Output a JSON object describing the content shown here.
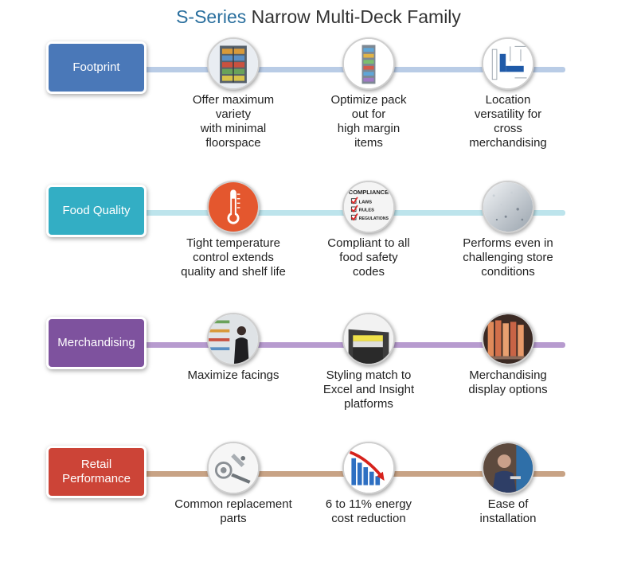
{
  "title": {
    "prefix": "S-Series",
    "main": "Narrow Multi-Deck Family"
  },
  "colors": {
    "footprint": "#4a78b8",
    "food_quality": "#33aec4",
    "merchandising": "#7e529e",
    "retail": "#cc4437",
    "footprint_line": "#b9cce6",
    "food_line": "#bde4ec",
    "merch_line": "#b79bcf",
    "retail_line": "#c8a385",
    "accent": "#2a6f9e"
  },
  "rows": [
    {
      "category": "Footprint",
      "items": [
        {
          "icon": "shelving-case-icon",
          "caption": "Offer maximum\nvariety\nwith minimal\nfloorspace"
        },
        {
          "icon": "narrow-case-icon",
          "caption": "Optimize pack\nout for\nhigh margin\nitems"
        },
        {
          "icon": "floor-plan-icon",
          "caption": "Location\nversatility for\ncross\nmerchandising"
        }
      ]
    },
    {
      "category": "Food Quality",
      "items": [
        {
          "icon": "thermometer-icon",
          "caption": "Tight temperature\ncontrol extends\nquality and shelf life"
        },
        {
          "icon": "compliance-checklist-icon",
          "caption": "Compliant to all\nfood safety\ncodes",
          "checklist": {
            "heading": "COMPLIANCE",
            "lines": [
              "LAWS",
              "RULES",
              "REGULATIONS"
            ]
          }
        },
        {
          "icon": "condensation-glass-icon",
          "caption": "Performs even in\nchallenging store\nconditions"
        }
      ]
    },
    {
      "category": "Merchandising",
      "items": [
        {
          "icon": "shopper-aisle-icon",
          "caption": "Maximize facings"
        },
        {
          "icon": "case-styling-icon",
          "caption": "Styling match to\nExcel and Insight\nplatforms"
        },
        {
          "icon": "product-display-icon",
          "caption": "Merchandising\ndisplay options"
        }
      ]
    },
    {
      "category": "Retail\nPerformance",
      "items": [
        {
          "icon": "replacement-parts-icon",
          "caption": "Common replacement\nparts"
        },
        {
          "icon": "energy-reduction-chart-icon",
          "caption": "6 to 11% energy\ncost reduction"
        },
        {
          "icon": "installer-icon",
          "caption": "Ease of\ninstallation"
        }
      ]
    }
  ]
}
